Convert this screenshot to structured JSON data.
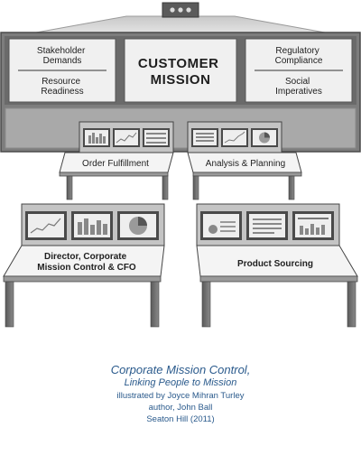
{
  "wall": {
    "left_top": "Stakeholder Demands",
    "left_top_lines": [
      "Stakeholder",
      "Demands"
    ],
    "left_bottom": "Resource Readiness",
    "left_bottom_lines": [
      "Resource",
      "Readiness"
    ],
    "center_lines": [
      "CUSTOMER",
      "MISSION"
    ],
    "right_top": "Regulatory Compliance",
    "right_top_lines": [
      "Regulatory",
      "Compliance"
    ],
    "right_bottom": "Social Imperatives",
    "right_bottom_lines": [
      "Social",
      "Imperatives"
    ]
  },
  "desks": {
    "upper_left": "Order Fulfillment",
    "upper_right": "Analysis & Planning",
    "lower_left_lines": [
      "Director, Corporate",
      "Mission Control & CFO"
    ],
    "lower_right": "Product Sourcing"
  },
  "caption": {
    "title": "Corporate Mission Control,",
    "subtitle": "Linking People to Mission",
    "credit_illustrator": "illustrated by Joyce Mihran Turley",
    "credit_author": "author, John Ball",
    "publisher": "Seaton Hill (2011)"
  },
  "colors": {
    "caption_text": "#2a5a8c",
    "wall_frame": "#6e6e6e",
    "panel_fill": "#f0f0f0"
  }
}
